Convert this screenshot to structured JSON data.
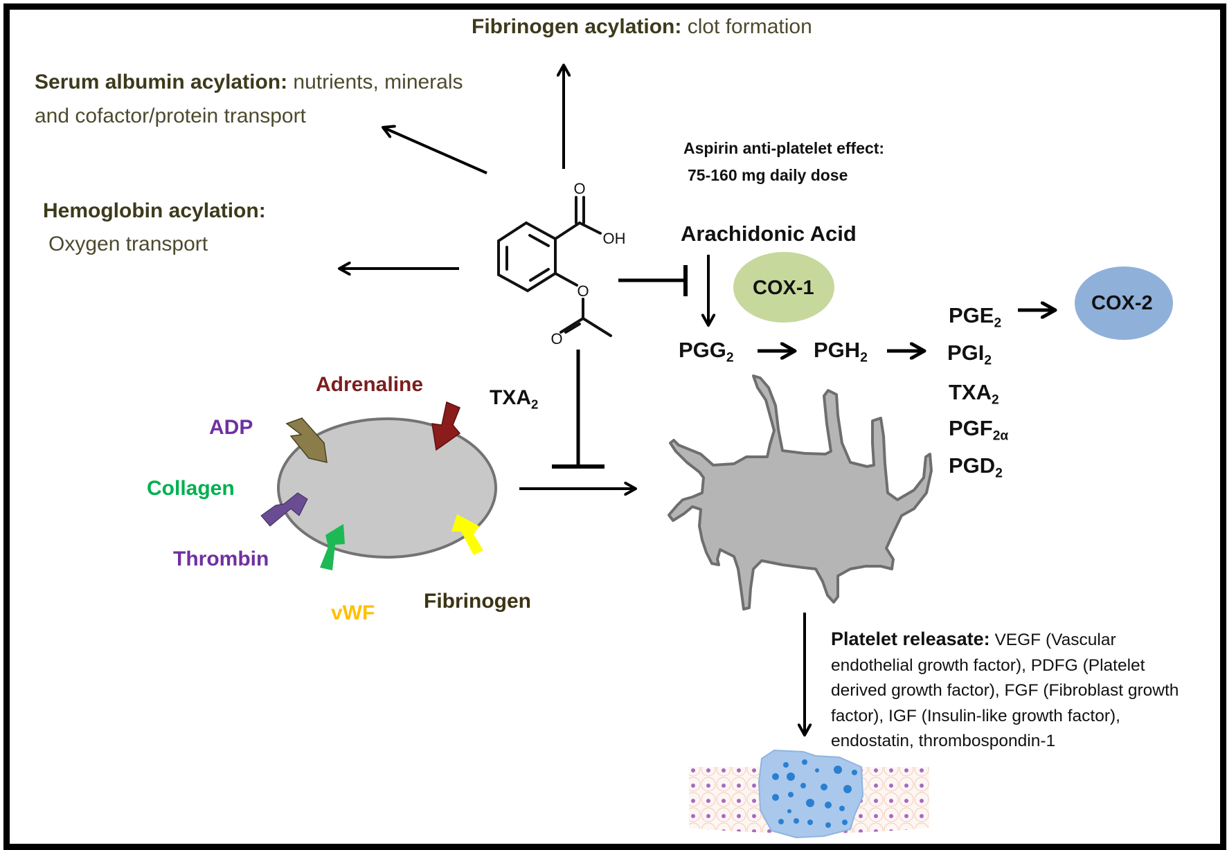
{
  "acylation": {
    "fibrinogen": {
      "bold": "Fibrinogen acylation:",
      "rest": " clot formation"
    },
    "serum_albumin": {
      "bold": "Serum albumin acylation:",
      "rest_line1": " nutrients, minerals",
      "line2": "and cofactor/protein transport"
    },
    "hemoglobin": {
      "bold": "Hemoglobin acylation:",
      "line2": "Oxygen transport"
    }
  },
  "aspirin": {
    "effect_line1": "Aspirin anti-platelet effect:",
    "effect_line2": "75-160 mg daily dose",
    "atom_o_top": "O",
    "atom_oh": "OH",
    "atom_o_ester": "O",
    "atom_o_carbonyl": "O"
  },
  "pathway": {
    "arachidonic_acid": "Arachidonic Acid",
    "cox1": "COX-1",
    "cox2": "COX-2",
    "pgg2": {
      "base": "PGG",
      "sub": "2"
    },
    "pgh2": {
      "base": "PGH",
      "sub": "2"
    },
    "products": [
      {
        "base": "PGE",
        "sub": "2"
      },
      {
        "base": "PGI",
        "sub": "2"
      },
      {
        "base": "TXA",
        "sub": "2"
      },
      {
        "base": "PGF",
        "sub": "2α"
      },
      {
        "base": "PGD",
        "sub": "2"
      }
    ],
    "txa2": {
      "base": "TXA",
      "sub": "2"
    }
  },
  "agonists": {
    "adrenaline": "Adrenaline",
    "adp": "ADP",
    "collagen": "Collagen",
    "thrombin": "Thrombin",
    "vwf": "vWF",
    "fibrinogen": "Fibrinogen"
  },
  "colors": {
    "adrenaline": "#7b1e1e",
    "adp": "#7030a0",
    "collagen": "#00b050",
    "thrombin": "#7030a0",
    "vwf": "#ffc000",
    "fibrinogen": "#3b3312",
    "cox1": "#c6d89c",
    "cox2": "#8fb0d9",
    "platelet_fill": "#c8c8c8",
    "activated_fill": "#b5b5b5"
  },
  "releasate": {
    "bold": "Platelet releasate:",
    "text": " VEGF (Vascular endothelial growth factor), PDFG (Platelet derived growth factor), FGF (Fibroblast growth factor), IGF (Insulin-like growth factor), endostatin, thrombospondin-1"
  }
}
